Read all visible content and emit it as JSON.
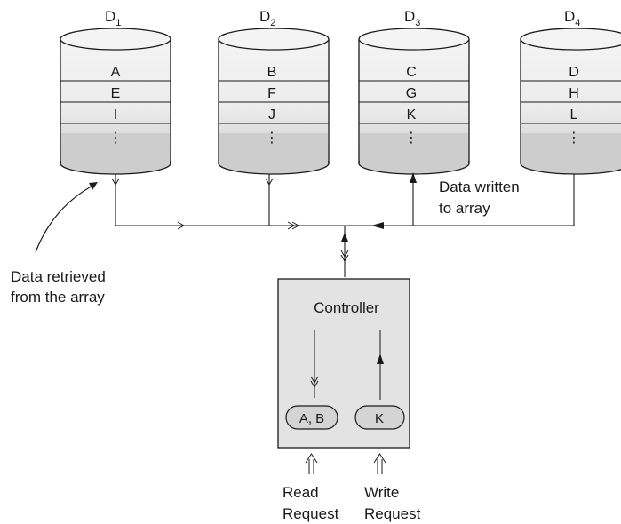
{
  "disks": [
    {
      "name": "D",
      "sub": "1",
      "cells": [
        "A",
        "E",
        "I",
        "⋮"
      ]
    },
    {
      "name": "D",
      "sub": "2",
      "cells": [
        "B",
        "F",
        "J",
        "⋮"
      ]
    },
    {
      "name": "D",
      "sub": "3",
      "cells": [
        "C",
        "G",
        "K",
        "⋮"
      ]
    },
    {
      "name": "D",
      "sub": "4",
      "cells": [
        "D",
        "H",
        "L",
        "⋮"
      ]
    }
  ],
  "annotations": {
    "written_line1": "Data written",
    "written_line2": "to array",
    "retrieved_line1": "Data retrieved",
    "retrieved_line2": "from the array"
  },
  "controller": {
    "title": "Controller",
    "read_block": "A, B",
    "write_block": "K"
  },
  "requests": {
    "read_line1": "Read",
    "read_line2": "Request",
    "write_line1": "Write",
    "write_line2": "Request"
  },
  "colors": {
    "disk_top": "#f2f2f2",
    "disk_bottom": "#cfcfcf",
    "controller_fill": "#e3e3e3",
    "line": "#1a1a1a"
  }
}
